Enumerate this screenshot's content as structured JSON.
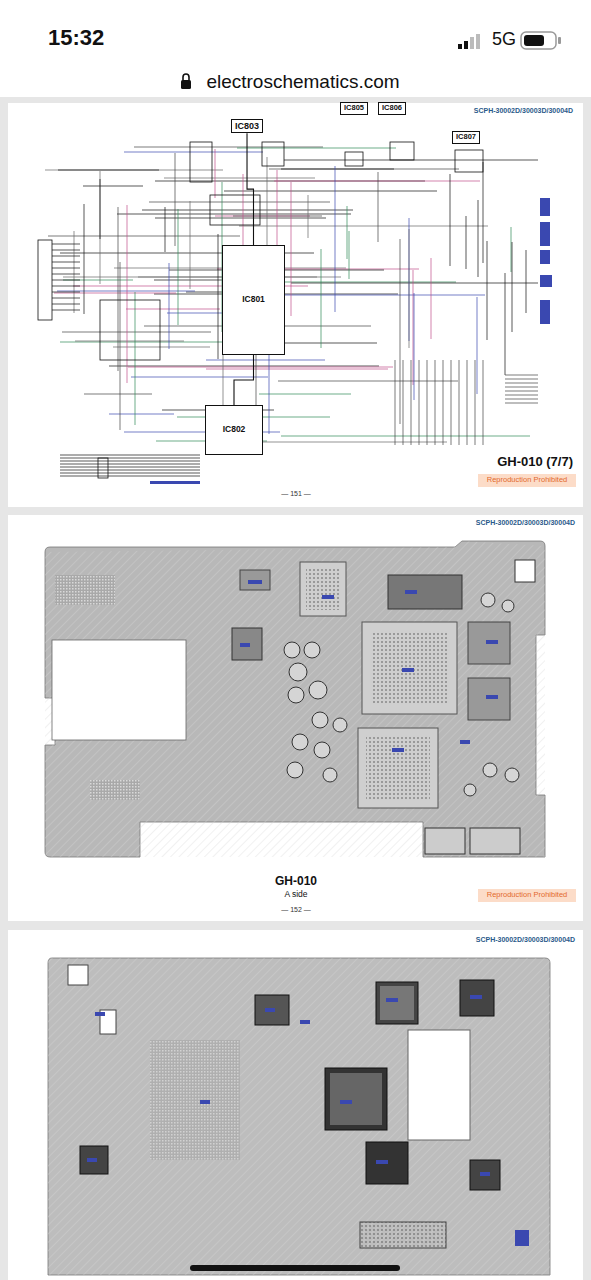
{
  "diagram": {
    "nodes": [
      {
        "text": [
          "IC805"
        ]
      },
      {
        "text": [
          "IC806"
        ]
      },
      {
        "text": [
          "IC803"
        ]
      },
      {
        "text": [
          "IC807"
        ]
      },
      {
        "text": [
          "IC801"
        ]
      },
      {
        "text": [
          "IC802"
        ]
      }
    ],
    "edges": [
      {
        "from": 2,
        "to": 4,
        "arrow": "none"
      },
      {
        "from": 4,
        "to": 5,
        "arrow": "none"
      }
    ],
    "labels": [
      "15:32",
      "5G",
      "electroschematics.com",
      "SCPH-30002D/30003D/30004D",
      "GH-010 (7/7)",
      "Reproduction Prohibited",
      "— 151 —",
      "SCPH-30002D/30003D/30004D",
      "GH-010",
      "A side",
      "Reproduction Prohibited",
      "— 152 —",
      "SCPH-30002D/30003D/30004D"
    ]
  }
}
